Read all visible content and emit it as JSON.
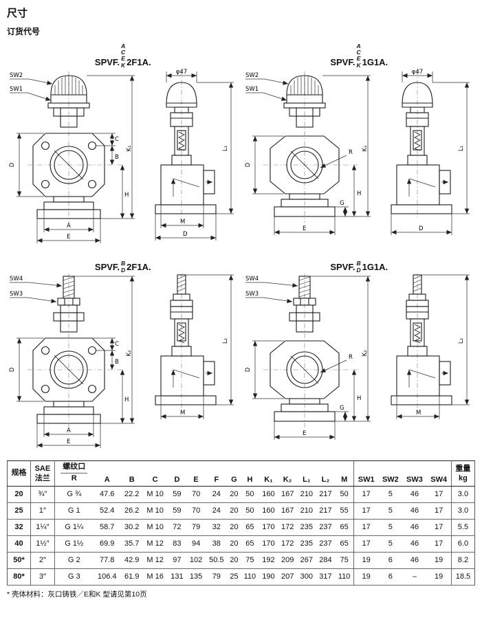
{
  "page": {
    "title": "尺寸",
    "subtitle": "订货代号",
    "footnote": "* 壳体材料：灰口铸铁／E和K 型请见第10页"
  },
  "titles": {
    "g1": {
      "prefix": "SPVF.",
      "stack": [
        "A",
        "C",
        "E",
        "K"
      ],
      "suffix": "2F1A."
    },
    "g2": {
      "prefix": "SPVF.",
      "stack": [
        "A",
        "C",
        "E",
        "K"
      ],
      "suffix": "1G1A."
    },
    "g3": {
      "prefix": "SPVF.",
      "stack": [
        "B",
        "D"
      ],
      "suffix": "2F1A."
    },
    "g4": {
      "prefix": "SPVF.",
      "stack": [
        "B",
        "D"
      ],
      "suffix": "1G1A."
    }
  },
  "labels": {
    "sw1": "SW1",
    "sw2": "SW2",
    "sw3": "SW3",
    "sw4": "SW4",
    "k1": "K₁",
    "k2": "K₂",
    "l1": "L₁",
    "l2": "L₂",
    "a": "A",
    "b": "B",
    "c": "C",
    "d": "D",
    "e": "E",
    "g": "G",
    "h": "H",
    "m": "M",
    "r": "R",
    "phi": "φ47"
  },
  "table": {
    "headers": {
      "size": "规格",
      "sae1": "SAE",
      "sae2": "法兰",
      "thread1": "螺纹口",
      "thread2": "R",
      "dims": [
        "A",
        "B",
        "C",
        "D",
        "E",
        "F",
        "G",
        "H",
        "K₁",
        "K₂",
        "L₁",
        "L₂",
        "M"
      ],
      "sw": [
        "SW1",
        "SW2",
        "SW3",
        "SW4"
      ],
      "weight1": "重量",
      "weight2": "kg"
    },
    "rows": [
      {
        "size": "20",
        "sae": "¾″",
        "thread": "G ¾",
        "dims": [
          "47.6",
          "22.2",
          "M 10",
          "59",
          "70",
          "24",
          "20",
          "50",
          "160",
          "167",
          "210",
          "217",
          "50"
        ],
        "sw": [
          "17",
          "5",
          "46",
          "17"
        ],
        "kg": "3.0"
      },
      {
        "size": "25",
        "sae": "1″",
        "thread": "G 1",
        "dims": [
          "52.4",
          "26.2",
          "M 10",
          "59",
          "70",
          "24",
          "20",
          "50",
          "160",
          "167",
          "210",
          "217",
          "55"
        ],
        "sw": [
          "17",
          "5",
          "46",
          "17"
        ],
        "kg": "3.0"
      },
      {
        "size": "32",
        "sae": "1¼″",
        "thread": "G 1¼",
        "dims": [
          "58.7",
          "30.2",
          "M 10",
          "72",
          "79",
          "32",
          "20",
          "65",
          "170",
          "172",
          "235",
          "237",
          "65"
        ],
        "sw": [
          "17",
          "5",
          "46",
          "17"
        ],
        "kg": "5.5"
      },
      {
        "size": "40",
        "sae": "1½″",
        "thread": "G 1½",
        "dims": [
          "69.9",
          "35.7",
          "M 12",
          "83",
          "94",
          "38",
          "20",
          "65",
          "170",
          "172",
          "235",
          "237",
          "65"
        ],
        "sw": [
          "17",
          "5",
          "46",
          "17"
        ],
        "kg": "6.0"
      },
      {
        "size": "50*",
        "sae": "2″",
        "thread": "G 2",
        "dims": [
          "77.8",
          "42.9",
          "M 12",
          "97",
          "102",
          "50.5",
          "20",
          "75",
          "192",
          "209",
          "267",
          "284",
          "75"
        ],
        "sw": [
          "19",
          "6",
          "46",
          "19"
        ],
        "kg": "8.2"
      },
      {
        "size": "80*",
        "sae": "3″",
        "thread": "G 3",
        "dims": [
          "106.4",
          "61.9",
          "M 16",
          "131",
          "135",
          "79",
          "25",
          "110",
          "190",
          "207",
          "300",
          "317",
          "110"
        ],
        "sw": [
          "19",
          "6",
          "–",
          "19"
        ],
        "kg": "18.5"
      }
    ]
  }
}
